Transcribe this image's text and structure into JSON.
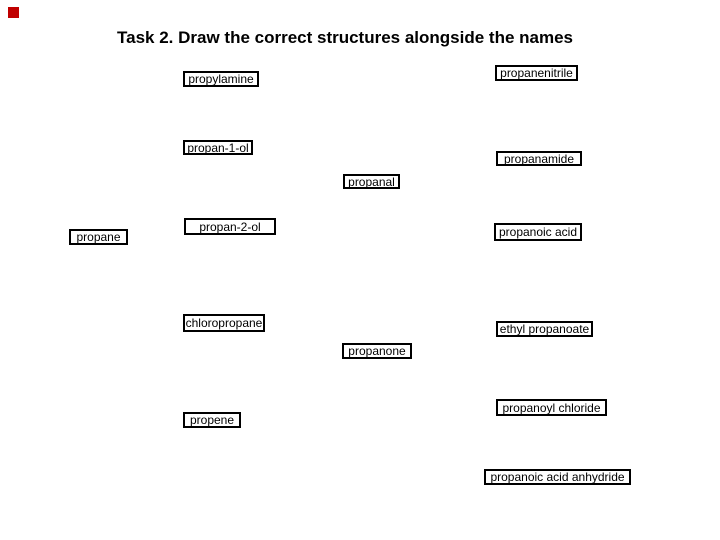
{
  "slide": {
    "title": "Task 2. Draw the correct structures alongside the names"
  },
  "labels": [
    {
      "text": "propylamine"
    },
    {
      "text": "propanenitrile"
    },
    {
      "text": "propan-1-ol"
    },
    {
      "text": "propanamide"
    },
    {
      "text": "propanal"
    },
    {
      "text": "propan-2-ol"
    },
    {
      "text": "propane"
    },
    {
      "text": "propanoic acid"
    },
    {
      "text": "chloropropane"
    },
    {
      "text": "ethyl propanoate"
    },
    {
      "text": "propanone"
    },
    {
      "text": "propene"
    },
    {
      "text": "propanoyl chloride"
    },
    {
      "text": "propanoic acid anhydride"
    }
  ],
  "icons": {
    "marker": "red-square-icon"
  },
  "colors": {
    "marker_red": "#c00000",
    "text": "#000000",
    "box_border": "#000000",
    "background": "#ffffff"
  }
}
